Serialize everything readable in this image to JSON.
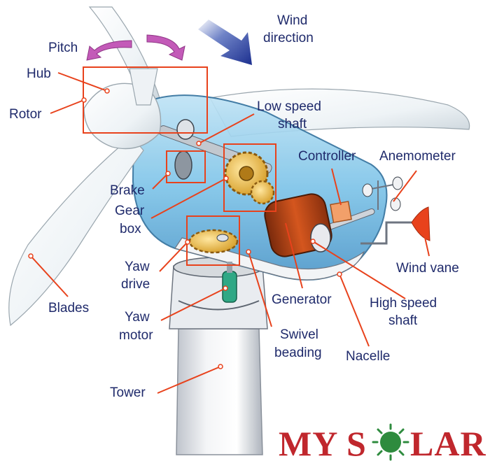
{
  "labels": {
    "pitch": "Pitch",
    "hub": "Hub",
    "rotor": "Rotor",
    "wind_direction_1": "Wind",
    "wind_direction_2": "direction",
    "low_speed_shaft_1": "Low speed",
    "low_speed_shaft_2": "shaft",
    "controller": "Controller",
    "anemometer": "Anemometer",
    "brake": "Brake",
    "gear_box_1": "Gear",
    "gear_box_2": "box",
    "yaw_drive_1": "Yaw",
    "yaw_drive_2": "drive",
    "wind_vane": "Wind vane",
    "blades": "Blades",
    "generator": "Generator",
    "high_speed_shaft_1": "High speed",
    "high_speed_shaft_2": "shaft",
    "yaw_motor_1": "Yaw",
    "yaw_motor_2": "motor",
    "swivel_beading_1": "Swivel",
    "swivel_beading_2": "beading",
    "nacelle": "Nacelle",
    "tower": "Tower"
  },
  "logo": {
    "text_left": "MY S",
    "text_right": "LAR"
  },
  "colors": {
    "label_text": "#1f2a6b",
    "leader_line": "#e8421c",
    "highlight_box": "#e8421c",
    "pitch_arrow": "#c35ab8",
    "wind_arrow": "#1c2f8f",
    "logo_red": "#c0272d",
    "logo_green": "#2e8b3e"
  }
}
